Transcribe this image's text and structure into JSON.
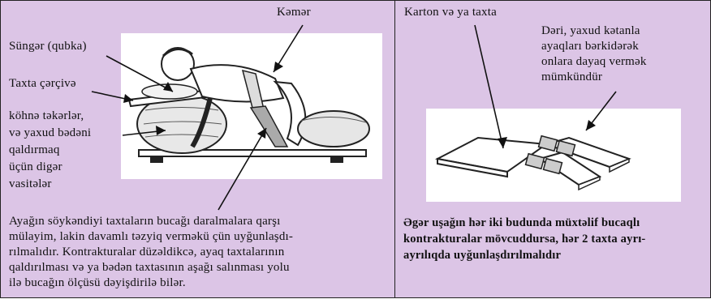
{
  "left_panel": {
    "label_belt": "Kəmər",
    "label_sponge": "Süngər (qubka)",
    "label_frame": "Taxta çərçivə",
    "label_rags": "köhnə təkərlər,\nvə yaxud bədəni\nqaldırmaq\nüçün digər\nvasitələr",
    "caption": "Ayağın söykəndiyi taxtaların bucağı daralmalara  qarşı\nmülayim, lakin davamlı təzyiq verməkü çün uyğunlaşdı-\nrılmalıdır. Kontrakturalar düzəldikcə, ayaq taxtalarının\nqaldırılması və ya bədən taxtasının aşağı salınması yolu\nilə bucağın ölçüsü dəyişdirilə bilər."
  },
  "right_panel": {
    "label_board": "Karton və ya taxta",
    "label_straps": "Dəri, yaxud kətanla\nayaqları bərkidərək\nonlara dayaq vermək\nmümkündür",
    "caption": "Əgər uşağın hər iki budunda müxtəlif bucaqlı\nkontrakturalar mövcuddursa, hər 2 taxta ayrı-\nayrılıqda uyğunlaşdırılmalıdır"
  }
}
